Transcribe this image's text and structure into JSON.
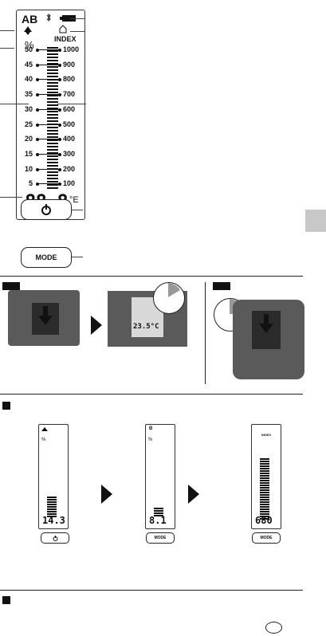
{
  "display": {
    "mode_letters": "AB",
    "percent": "%",
    "index_label": "INDEX",
    "left_scale": [
      "50",
      "45",
      "40",
      "35",
      "30",
      "25",
      "20",
      "15",
      "10",
      "5"
    ],
    "right_scale": [
      "1000",
      "900",
      "800",
      "700",
      "600",
      "500",
      "400",
      "300",
      "200",
      "100"
    ],
    "digits": "88.8",
    "unit": "°E"
  },
  "buttons": {
    "power_icon": "power-icon",
    "mode_label": "MODE"
  },
  "section_2": {
    "callout_temperature": "23.5°C"
  },
  "section_3": {
    "panels": [
      {
        "reading": "14.3",
        "button": "power-icon"
      },
      {
        "reading": "8.1",
        "button": "MODE",
        "header": "B"
      },
      {
        "reading": "680",
        "button": "MODE",
        "header": "INDEX"
      }
    ]
  },
  "colors": {
    "ink": "#111111",
    "side_tab": "#c8c8c8",
    "device_body": "#5a5a5a"
  }
}
